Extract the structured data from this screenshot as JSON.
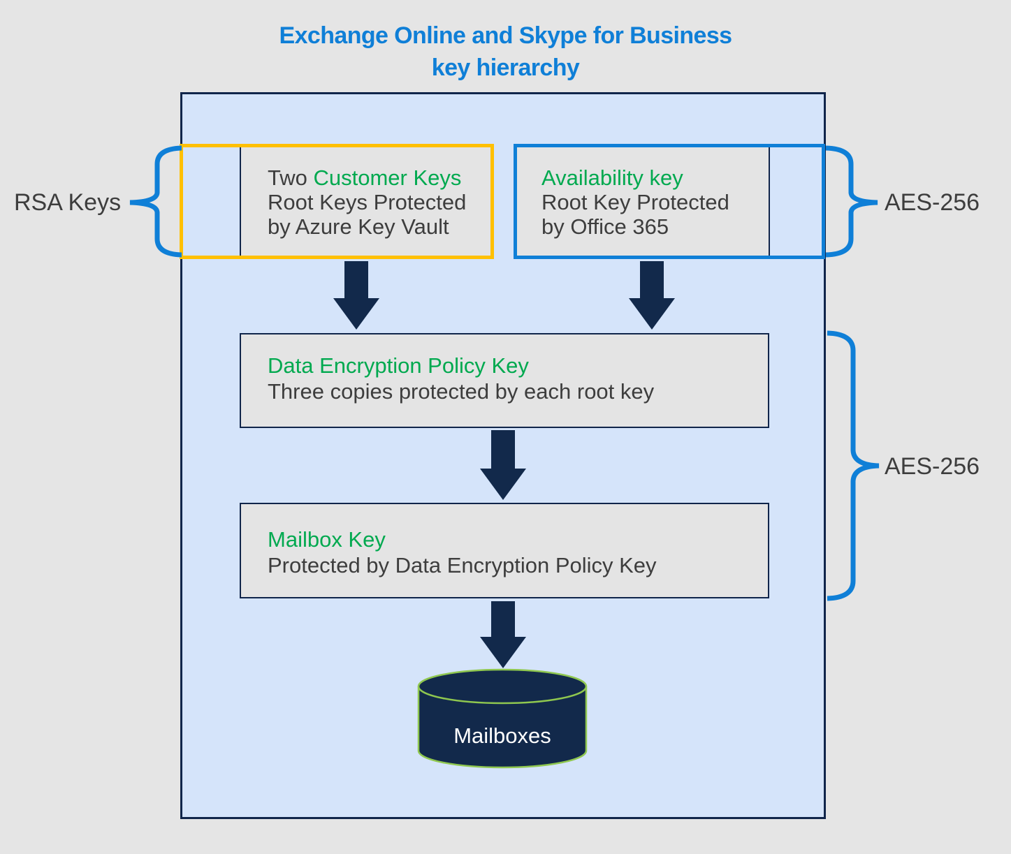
{
  "title": {
    "line1": "Exchange Online and Skype for Business",
    "line2": "key hierarchy"
  },
  "side_labels": {
    "rsa": "RSA Keys",
    "aes_root": "AES-256",
    "aes_data": "AES-256"
  },
  "boxes": {
    "customer_keys": {
      "prefix": "Two ",
      "name": "Customer Keys",
      "line2": "Root Keys Protected",
      "line3": "by Azure Key Vault"
    },
    "availability_key": {
      "name": "Availability key",
      "line2": "Root Key Protected",
      "line3": "by Office 365"
    },
    "dep_key": {
      "name": "Data Encryption Policy Key",
      "desc": "Three copies protected by each root key"
    },
    "mailbox_key": {
      "name": "Mailbox Key",
      "desc": "Protected by Data Encryption Policy Key"
    }
  },
  "database": {
    "label": "Mailboxes"
  },
  "colors": {
    "title_blue": "#0f7fd7",
    "accent_blue": "#0f7fd7",
    "accent_orange": "#ffc003",
    "key_green": "#00a94f",
    "navy": "#12294b",
    "container_fill": "#d5e4fa",
    "container_border": "#10254a",
    "box_fill": "#e4e4e4",
    "page_bg": "#e5e5e5",
    "text_dark": "#3d3d3d",
    "cylinder_stroke_green": "#8fc74f"
  }
}
